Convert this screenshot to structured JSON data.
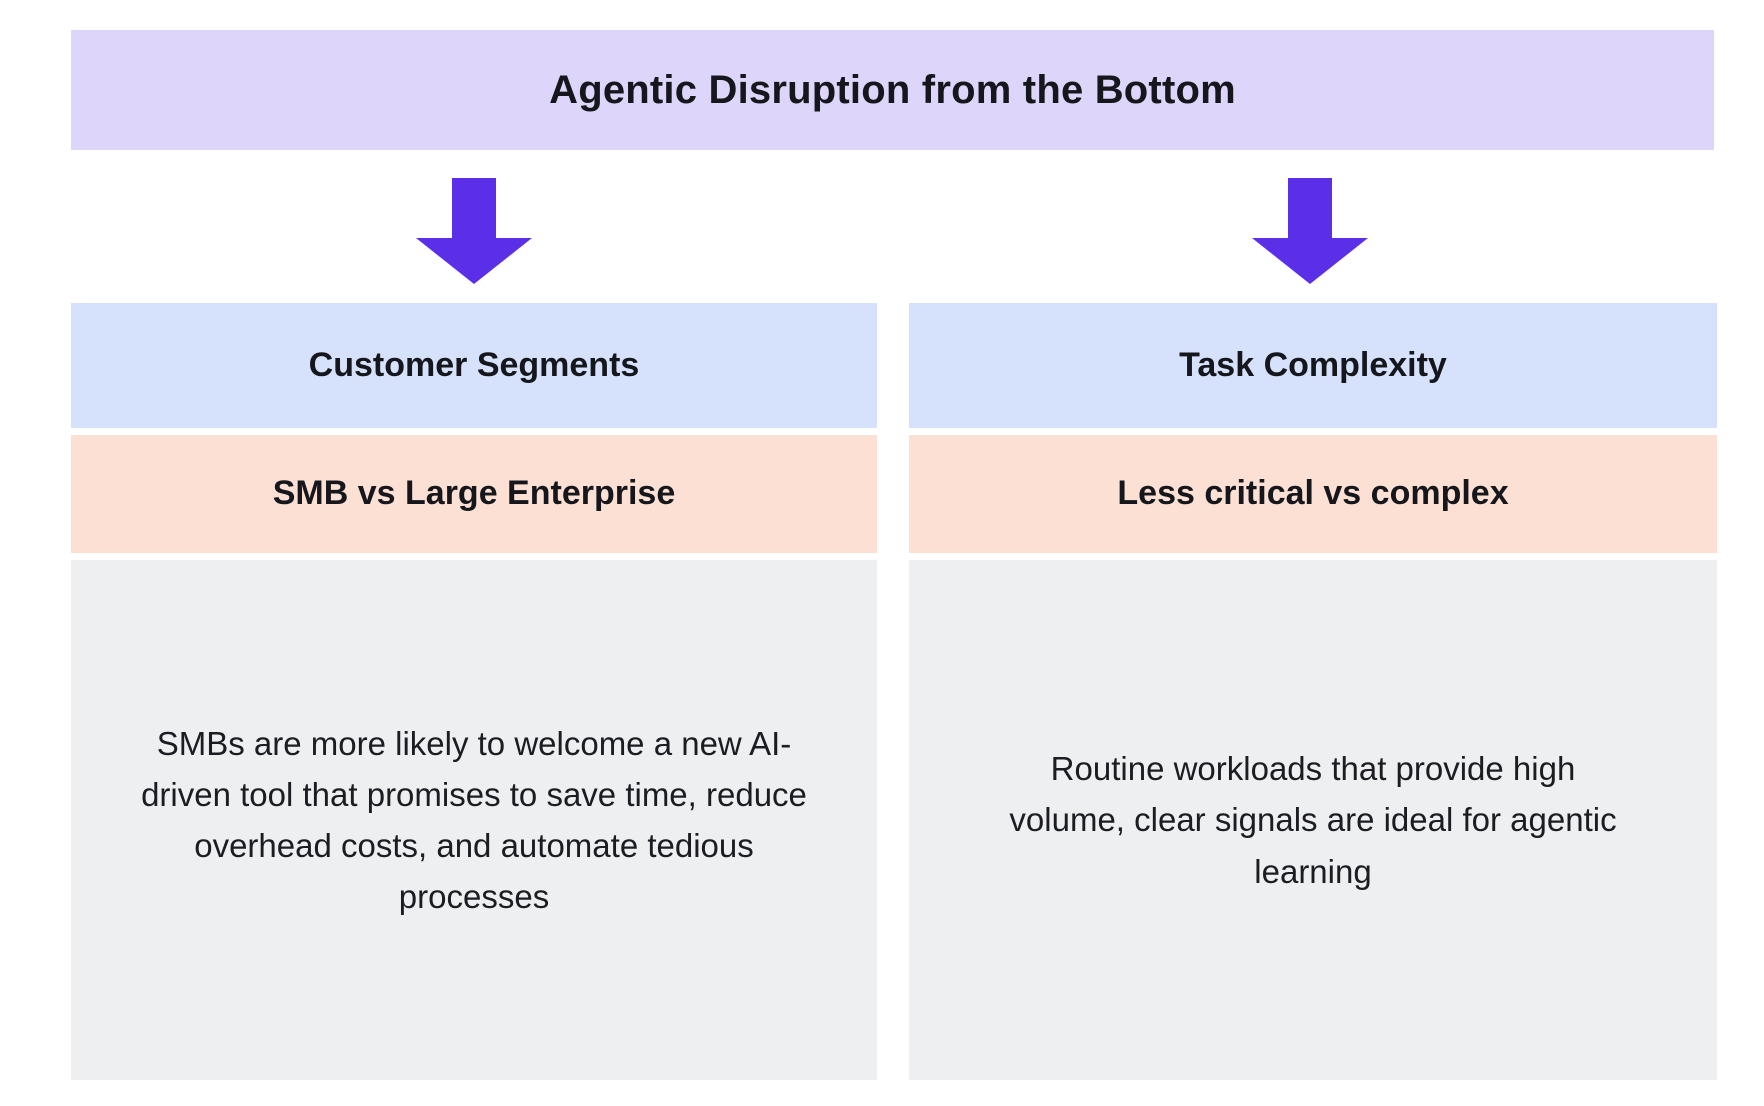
{
  "header": {
    "title": "Agentic Disruption from the Bottom",
    "background_color": "#ddd6fa"
  },
  "arrows": {
    "icon_name": "arrow-down-icon",
    "color": "#5b2fe8",
    "count": 2
  },
  "columns": [
    {
      "header": "Customer Segments",
      "header_color": "#d6e2fb",
      "subhead": "SMB vs Large Enterprise",
      "subhead_color": "#fbe0d3",
      "body": "SMBs are more likely to welcome a new AI-driven tool that promises to save time, reduce overhead costs, and automate tedious processes",
      "body_color": "#edeff1"
    },
    {
      "header": "Task Complexity",
      "header_color": "#d6e2fb",
      "subhead": "Less critical vs complex",
      "subhead_color": "#fbe0d3",
      "body": "Routine workloads that provide high volume, clear signals are ideal for agentic learning",
      "body_color": "#edeff1"
    }
  ]
}
